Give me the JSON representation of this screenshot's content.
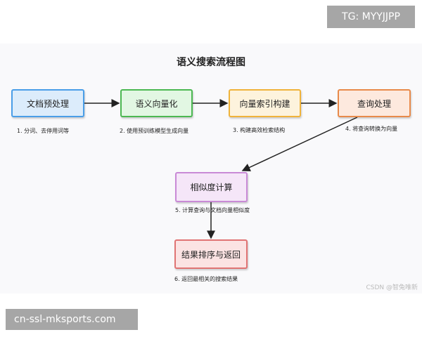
{
  "overlay": {
    "tg_label": "TG: MYYJJPP",
    "site_label": "cn-ssl-mksports.com"
  },
  "watermark": "CSDN @智兔唯新",
  "diagram": {
    "title": "语义搜索流程图",
    "nodes": [
      {
        "id": "doc-preprocess",
        "label": "文档预处理",
        "note": "1. 分词、去停用词等",
        "fill": "#dcecfb",
        "border": "#4a9ee8"
      },
      {
        "id": "semantic-vectorize",
        "label": "语义向量化",
        "note": "2. 使用预训练模型生成向量",
        "fill": "#e2f7e3",
        "border": "#4cb852"
      },
      {
        "id": "index-build",
        "label": "向量索引构建",
        "note": "3. 构建高效检索结构",
        "fill": "#fdf3dd",
        "border": "#f0b33a"
      },
      {
        "id": "query-process",
        "label": "查询处理",
        "note": "4. 将查询转换为向量",
        "fill": "#fde9de",
        "border": "#e88a4a"
      },
      {
        "id": "similarity-calc",
        "label": "相似度计算",
        "note": "5. 计算查询与文档向量相似度",
        "fill": "#f5e6f8",
        "border": "#c98ad6"
      },
      {
        "id": "rank-return",
        "label": "结果排序与返回",
        "note": "6. 返回最相关的搜索结果",
        "fill": "#fbe3e3",
        "border": "#e07474"
      }
    ],
    "edges": [
      {
        "from": "doc-preprocess",
        "to": "semantic-vectorize"
      },
      {
        "from": "semantic-vectorize",
        "to": "index-build"
      },
      {
        "from": "index-build",
        "to": "query-process"
      },
      {
        "from": "query-process",
        "to": "similarity-calc"
      },
      {
        "from": "similarity-calc",
        "to": "rank-return"
      }
    ]
  }
}
